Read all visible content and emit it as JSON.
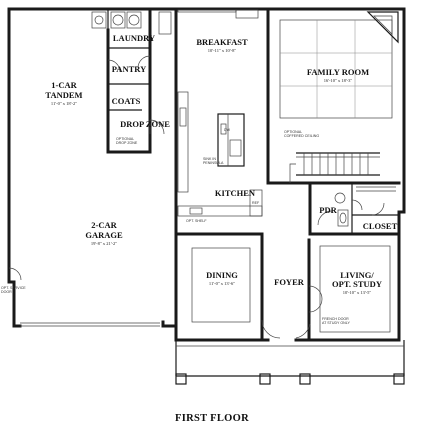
{
  "title": "FIRST FLOOR",
  "rooms": {
    "laundry": {
      "name": "LAUNDRY"
    },
    "pantry": {
      "name": "PANTRY"
    },
    "coats": {
      "name": "COATS"
    },
    "drop_zone": {
      "name": "DROP ZONE"
    },
    "garage_tandem": {
      "name_line1": "1-CAR",
      "name_line2": "TANDEM",
      "dims": "11'-0\" x 18'-2\""
    },
    "garage_2car": {
      "name_line1": "2-CAR",
      "name_line2": "GARAGE",
      "dims": "19'-8\" x 21'-2\""
    },
    "breakfast": {
      "name": "BREAKFAST",
      "dims": "10'-11\" x 10'-8\""
    },
    "kitchen": {
      "name": "KITCHEN"
    },
    "family_room": {
      "name": "FAMILY ROOM",
      "dims": "16'-10\" x 18'-3\""
    },
    "pdr": {
      "name": "PDR"
    },
    "closet": {
      "name": "CLOSET"
    },
    "dining": {
      "name": "DINING",
      "dims": "11'-0\" x 13'-6\""
    },
    "foyer": {
      "name": "FOYER"
    },
    "living_study": {
      "name_line1": "LIVING/",
      "name_line2": "OPT. STUDY",
      "dims": "10'-10\" x 13'-5\""
    }
  },
  "notes": {
    "optional_drop_zone": [
      "OPTIONAL",
      "DROP ZONE"
    ],
    "optional_coffered_ceiling": [
      "OPTIONAL",
      "COFFERED CEILING"
    ],
    "french_door": [
      "FRENCH DOOR",
      "AT STUDY ONLY"
    ],
    "opt_service_door": [
      "OPT. SERVICE",
      "DOOR"
    ],
    "sink_in_peninsula": [
      "SINK IN",
      "PENINSULA"
    ],
    "dw": "DW",
    "ref": "REF",
    "opt_shelf": "OPT. SHELF"
  }
}
